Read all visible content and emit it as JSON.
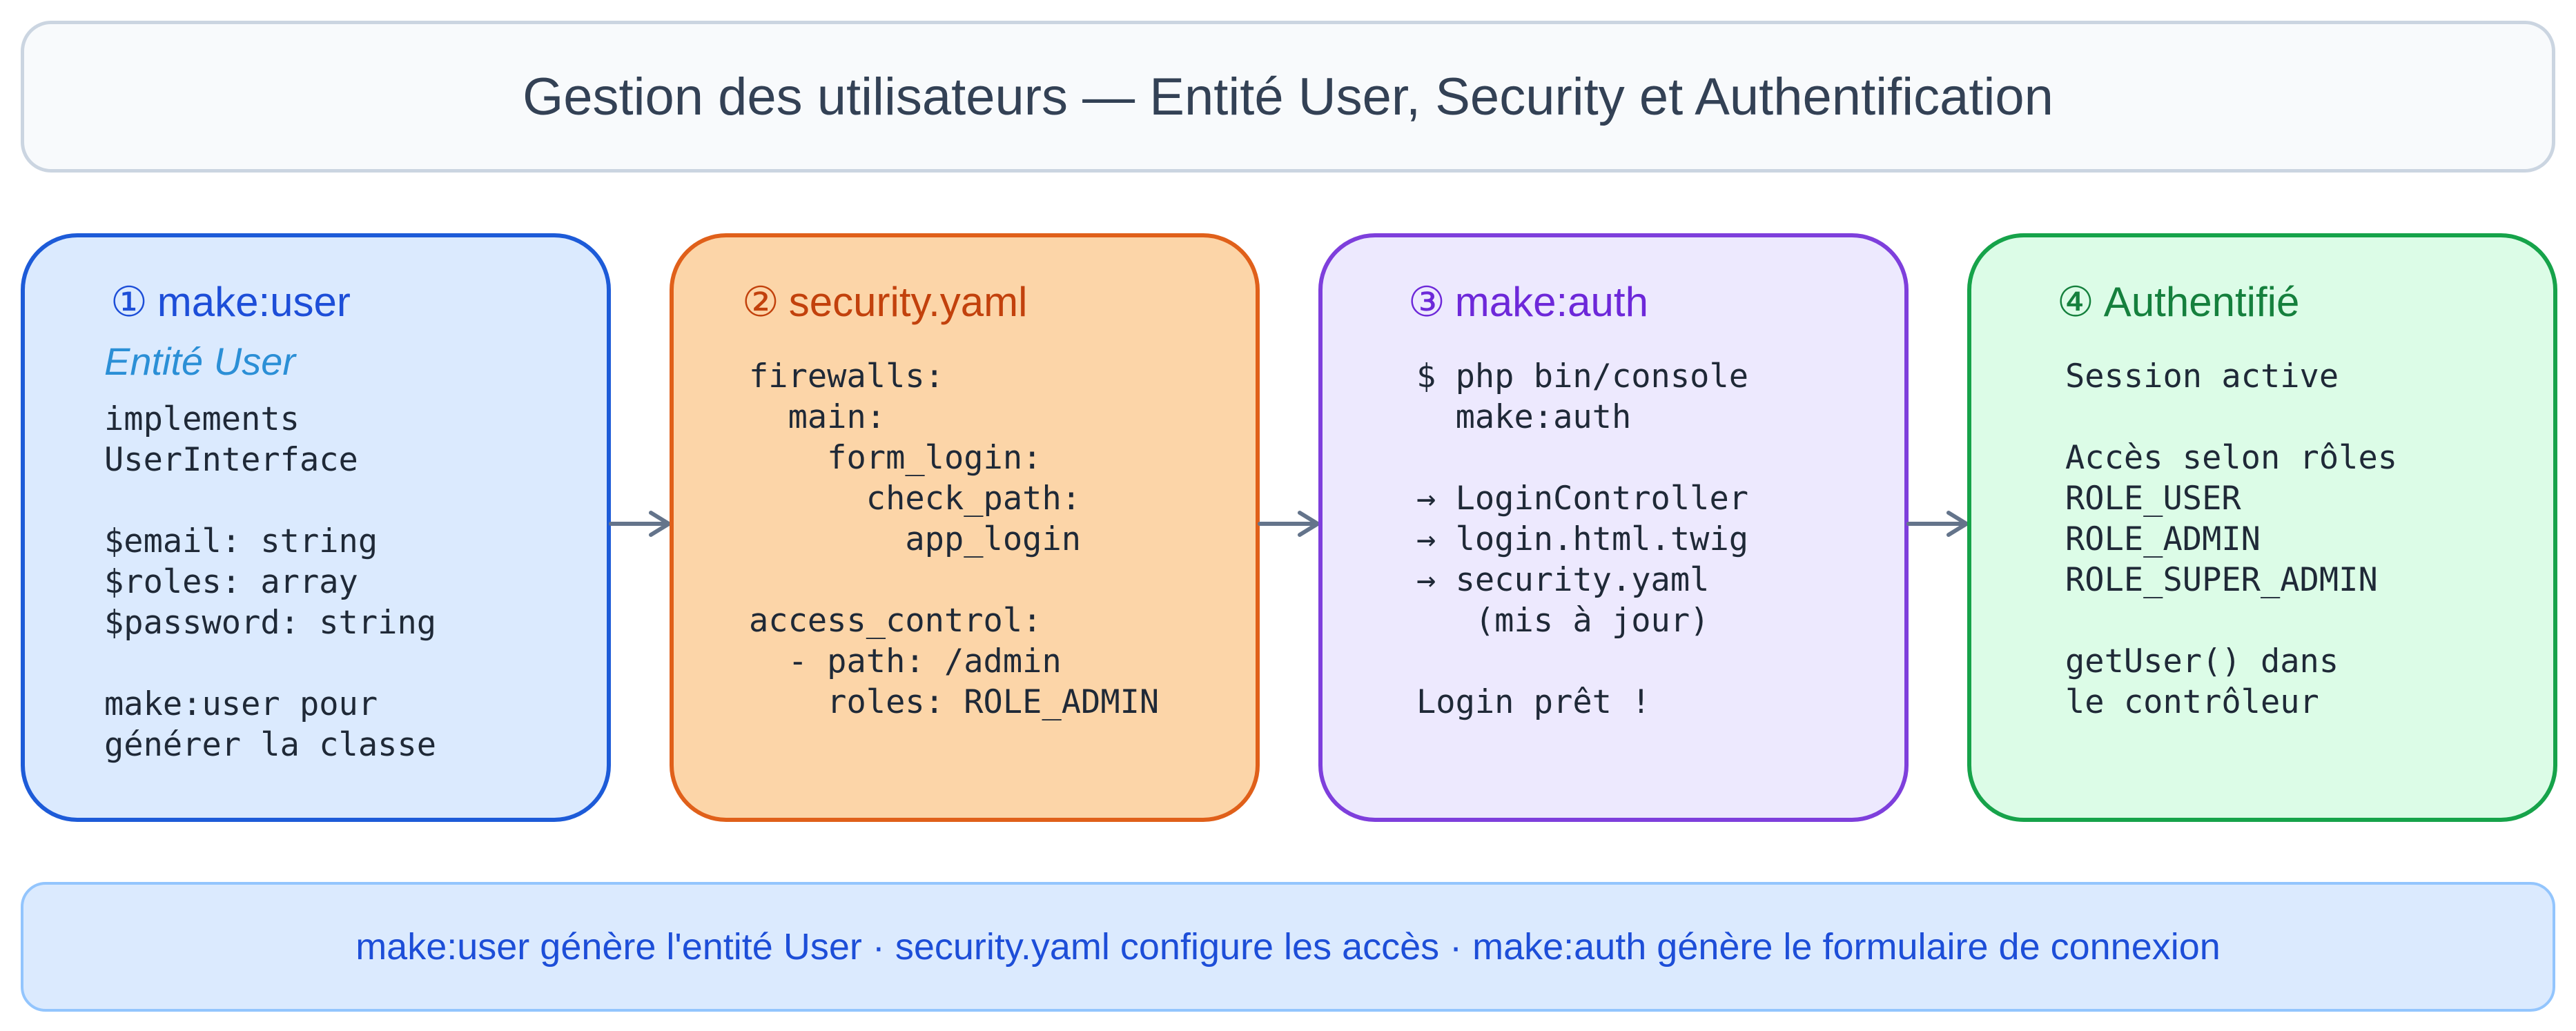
{
  "title": "Gestion des utilisateurs — Entité User, Security et Authentification",
  "steps": [
    {
      "number": "①",
      "heading": "make:user",
      "subtitle": "Entité User",
      "body": "implements\nUserInterface\n\n$email: string\n$roles: array\n$password: string\n\nmake:user pour\ngénérer la classe",
      "colors": {
        "background": "#dbeafe",
        "border": "#1d5bd8",
        "accent": "#1d4ed8",
        "subtitle": "#2b8fd6"
      }
    },
    {
      "number": "②",
      "heading": "security.yaml",
      "body": "firewalls:\n  main:\n    form_login:\n      check_path:\n        app_login\n\naccess_control:\n  - path: /admin\n    roles: ROLE_ADMIN",
      "colors": {
        "background": "#fcd5a8",
        "border": "#e0601a",
        "accent": "#c2410c"
      }
    },
    {
      "number": "③",
      "heading": "make:auth",
      "body": "$ php bin/console\n  make:auth\n\n→ LoginController\n→ login.html.twig\n→ security.yaml\n   (mis à jour)\n\nLogin prêt !",
      "colors": {
        "background": "#ede9fe",
        "border": "#7e3fdc",
        "accent": "#6d28d9"
      }
    },
    {
      "number": "④",
      "heading": "Authentifié",
      "body": "Session active\n\nAccès selon rôles\nROLE_USER\nROLE_ADMIN\nROLE_SUPER_ADMIN\n\ngetUser() dans\nle contrôleur",
      "colors": {
        "background": "#dcfce7",
        "border": "#16a34a",
        "accent": "#15803d"
      }
    }
  ],
  "footer": "make:user génère l'entité User · security.yaml configure les accès · make:auth génère le formulaire de connexion",
  "colors": {
    "arrow": "#64748b"
  }
}
